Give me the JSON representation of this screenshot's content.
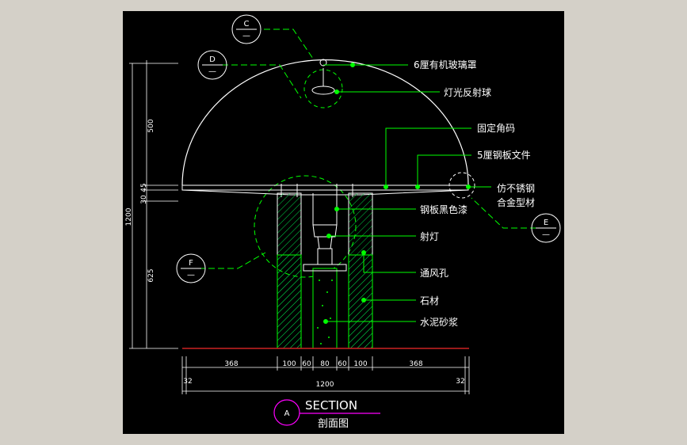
{
  "colors": {
    "frame": "#d4d0c8",
    "paper": "#000000",
    "line": "#ffffff",
    "leader": "#00ff00",
    "hatch": "#00cc44",
    "ground": "#cc2222",
    "callout": "#ff00ff"
  },
  "callouts": {
    "acrylic_cover": "6厘有机玻璃罩",
    "reflector": "灯光反射球",
    "fixed_bracket": "固定角码",
    "steel_plate": "5厘钢板文件",
    "stainless_1": "仿不锈钢",
    "stainless_2": "合金型材",
    "black_paint": "钢板黑色漆",
    "spotlight": "射灯",
    "vent": "通风孔",
    "stone": "石材",
    "mortar": "水泥砂浆"
  },
  "detail_bubbles": {
    "c": {
      "letter": "C",
      "dash": "—"
    },
    "d": {
      "letter": "D",
      "dash": "—"
    },
    "e": {
      "letter": "E",
      "dash": "—"
    },
    "f": {
      "letter": "F",
      "dash": "—"
    }
  },
  "vertical_dims": {
    "total": "1200",
    "top": "500",
    "d45": "45",
    "d30": "30",
    "bottom": "625"
  },
  "horizontal_dims": {
    "row1": [
      "368",
      "100",
      "60",
      "80",
      "60",
      "100",
      "368"
    ],
    "row2_left": "32",
    "row2_total": "1200",
    "row2_right": "32"
  },
  "title": {
    "letter": "A",
    "section": "SECTION",
    "subtitle": "剖面图"
  }
}
